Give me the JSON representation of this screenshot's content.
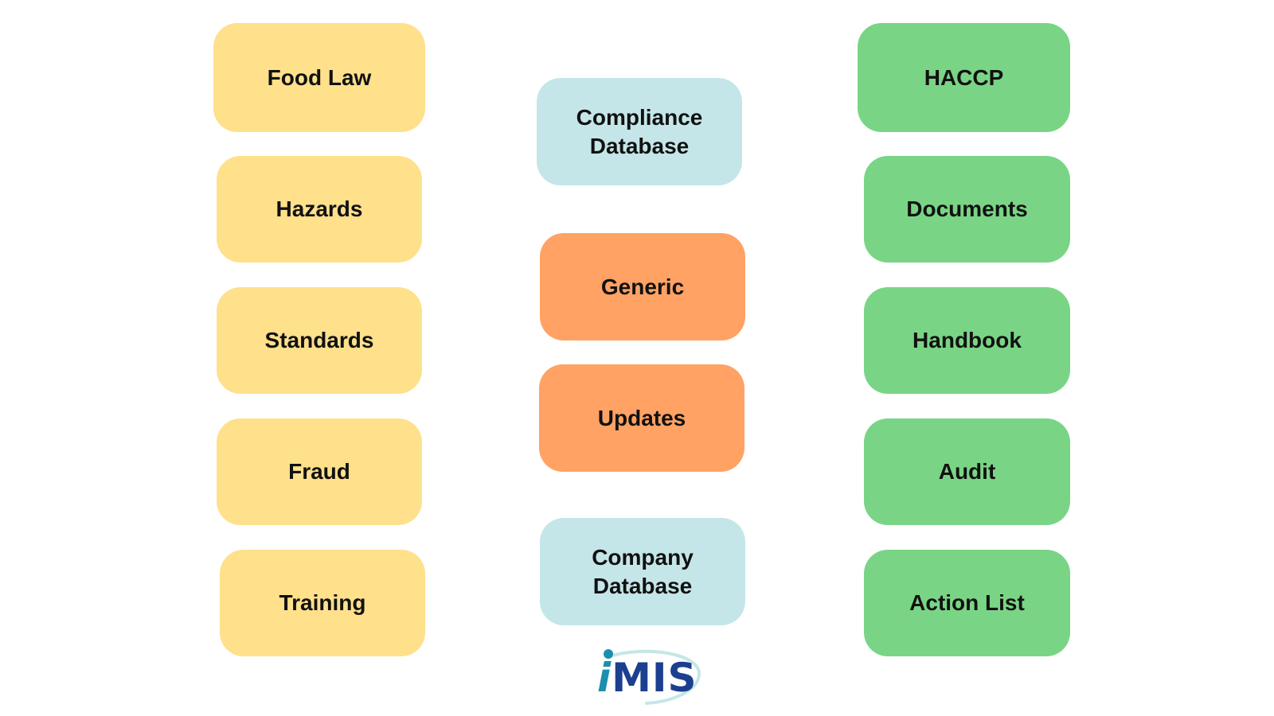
{
  "left_column": [
    {
      "label": "Food Law"
    },
    {
      "label": "Hazards"
    },
    {
      "label": "Standards"
    },
    {
      "label": "Fraud"
    },
    {
      "label": "Training"
    }
  ],
  "center_column": {
    "compliance_database": {
      "line1": "Compliance",
      "line2": "Database"
    },
    "generic": {
      "label": "Generic"
    },
    "updates": {
      "label": "Updates"
    },
    "company_database": {
      "line1": "Company",
      "line2": "Database"
    }
  },
  "right_column": [
    {
      "label": "HACCP"
    },
    {
      "label": "Documents"
    },
    {
      "label": "Handbook"
    },
    {
      "label": "Audit"
    },
    {
      "label": "Action List"
    }
  ],
  "logo": {
    "brand_i": "i",
    "brand_rest": "MIS"
  },
  "colors": {
    "yellow": "#ffe08b",
    "teal": "#c5e6e8",
    "orange": "#ffa263",
    "green": "#79d585",
    "logo_blue": "#1c3f8f",
    "logo_cyan": "#1b8fb0"
  }
}
